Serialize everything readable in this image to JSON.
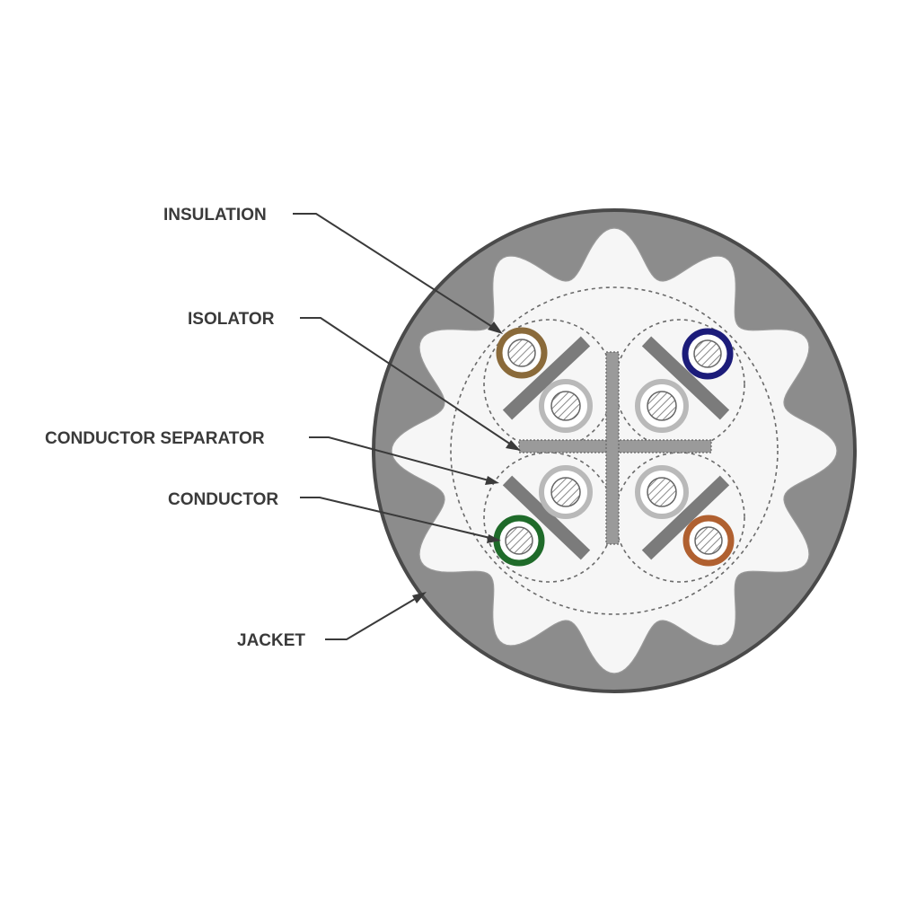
{
  "labels": {
    "insulation": "INSULATION",
    "isolator": "ISOLATOR",
    "conductor_separator": "CONDUCTOR SEPARATOR",
    "conductor": "CONDUCTOR",
    "jacket": "JACKET"
  },
  "colors": {
    "jacket": "#8c8c8c",
    "jacket_outline": "#4a4a4a",
    "filler": "#f6f6f6",
    "separator": "#9a9a9a",
    "plain_insulation": "#b9b9b9",
    "pair_brown": "#8a6a3a",
    "pair_blue": "#1c1c7a",
    "pair_green": "#1f6b2a",
    "pair_orange": "#b06030"
  },
  "pairs": [
    {
      "name": "pair-brown",
      "color_key": "pair_brown"
    },
    {
      "name": "pair-blue",
      "color_key": "pair_blue"
    },
    {
      "name": "pair-green",
      "color_key": "pair_green"
    },
    {
      "name": "pair-orange",
      "color_key": "pair_orange"
    }
  ]
}
